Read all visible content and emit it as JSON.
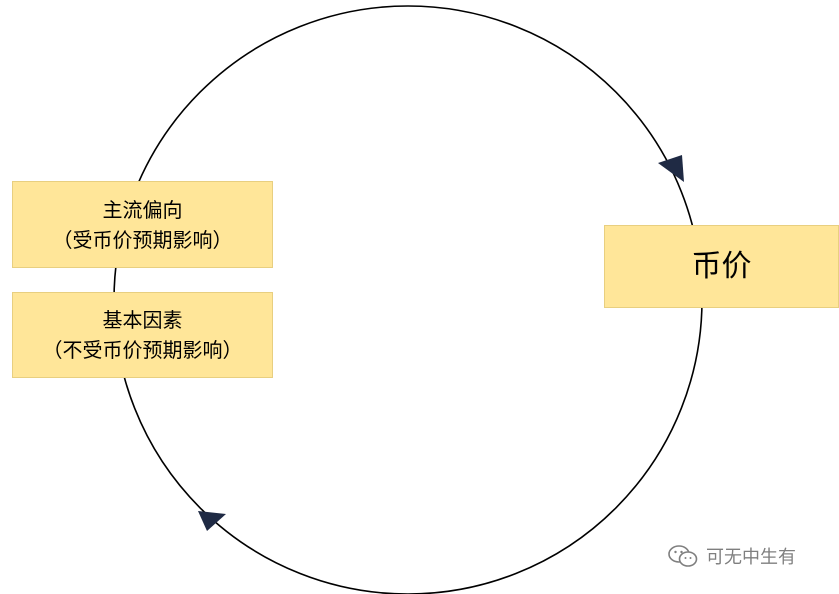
{
  "boxes": {
    "mainstream": {
      "line1": "主流偏向",
      "line2": "（受币价预期影响）"
    },
    "fundamental": {
      "line1": "基本因素",
      "line2": "（不受币价预期影响）"
    },
    "price": {
      "label": "币价"
    }
  },
  "watermark": {
    "text": "可无中生有",
    "icon": "wechat-icon"
  },
  "colors": {
    "box_fill": "#ffe699",
    "circle_stroke": "#000000",
    "arrow_fill": "#1f2a44"
  }
}
